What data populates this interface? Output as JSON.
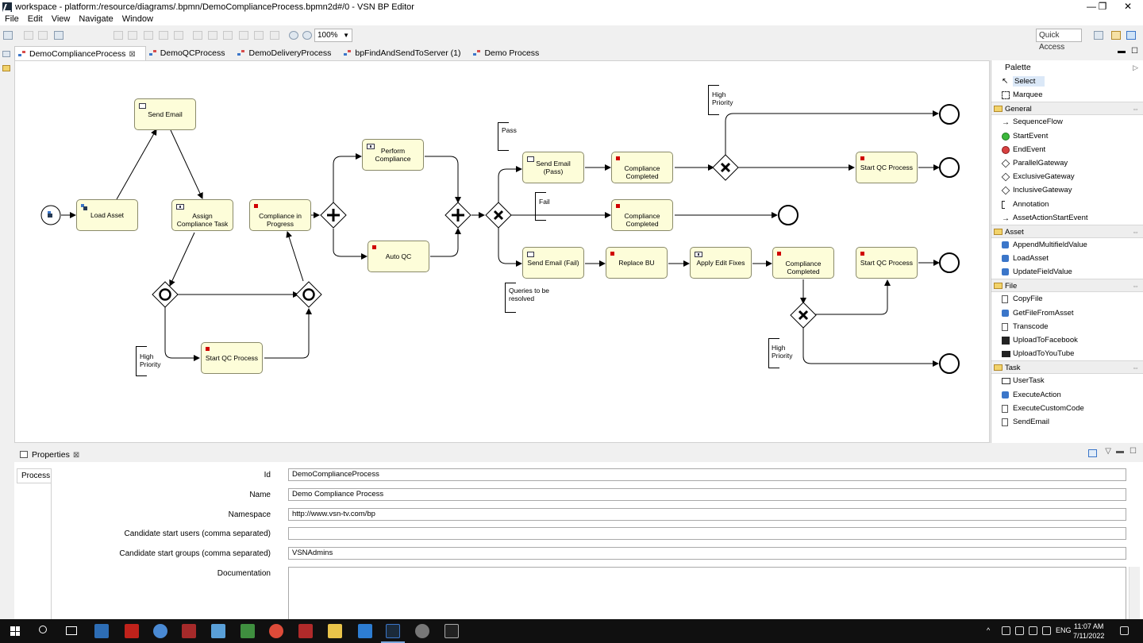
{
  "window": {
    "title": "workspace - platform:/resource/diagrams/.bpmn/DemoComplianceProcess.bpmn2d#/0 - VSN BP Editor",
    "minimize": "—",
    "maximize": "❐",
    "close": "✕"
  },
  "menu": [
    "File",
    "Edit",
    "View",
    "Navigate",
    "Window"
  ],
  "toolbar": {
    "zoom": "100%",
    "quick_access": "Quick Access"
  },
  "editor_tabs": [
    {
      "label": "DemoComplianceProcess",
      "active": true
    },
    {
      "label": "DemoQCProcess"
    },
    {
      "label": "DemoDeliveryProcess"
    },
    {
      "label": "bpFindAndSendToServer (1)"
    },
    {
      "label": "Demo Process"
    }
  ],
  "diagram": {
    "tasks": {
      "send_email": "Send Email",
      "load_asset": "Load Asset",
      "assign_compliance_task": "Assign Compliance Task",
      "compliance_in_progress": "Compliance in Progress",
      "perform_compliance": "Perform Compliance",
      "auto_qc": "Auto QC",
      "send_email_pass": "Send Email (Pass)",
      "compliance_completed_1": "Compliance Completed",
      "compliance_completed_2": "Compliance Completed",
      "send_email_fail": "Send Email (Fail)",
      "replace_bu": "Replace BU",
      "apply_edit_fixes": "Apply Edit Fixes",
      "compliance_completed_3": "Compliance Completed",
      "start_qc_process_1": "Start QC Process",
      "start_qc_process_2": "Start QC Process",
      "start_qc_process_3": "Start QC Process"
    },
    "annotations": {
      "pass": "Pass",
      "fail": "Fail",
      "high_priority_1": "High Priority",
      "high_priority_2": "High Priority",
      "high_priority_3": "High Priority",
      "queries": "Queries to be resolved"
    }
  },
  "palette": {
    "title": "Palette",
    "tools": [
      "Select",
      "Marquee"
    ],
    "groups": [
      {
        "name": "General",
        "items": [
          "SequenceFlow",
          "StartEvent",
          "EndEvent",
          "ParallelGateway",
          "ExclusiveGateway",
          "InclusiveGateway",
          "Annotation",
          "AssetActionStartEvent"
        ]
      },
      {
        "name": "Asset",
        "items": [
          "AppendMultifieldValue",
          "LoadAsset",
          "UpdateFieldValue"
        ]
      },
      {
        "name": "File",
        "items": [
          "CopyFile",
          "GetFileFromAsset",
          "Transcode",
          "UploadToFacebook",
          "UploadToYouTube"
        ]
      },
      {
        "name": "Task",
        "items": [
          "UserTask",
          "ExecuteAction",
          "ExecuteCustomCode",
          "SendEmail"
        ]
      }
    ]
  },
  "properties": {
    "tab_label": "Properties",
    "side_tab": "Process",
    "fields": [
      {
        "label": "Id",
        "value": "DemoComplianceProcess"
      },
      {
        "label": "Name",
        "value": "Demo Compliance Process"
      },
      {
        "label": "Namespace",
        "value": "http://www.vsn-tv.com/bp"
      },
      {
        "label": "Candidate start users (comma separated)",
        "value": ""
      },
      {
        "label": "Candidate start groups (comma separated)",
        "value": "VSNAdmins"
      },
      {
        "label": "Documentation",
        "value": ""
      }
    ]
  },
  "taskbar": {
    "language": "ENG",
    "time": "11:07 AM",
    "date": "7/11/2022"
  }
}
